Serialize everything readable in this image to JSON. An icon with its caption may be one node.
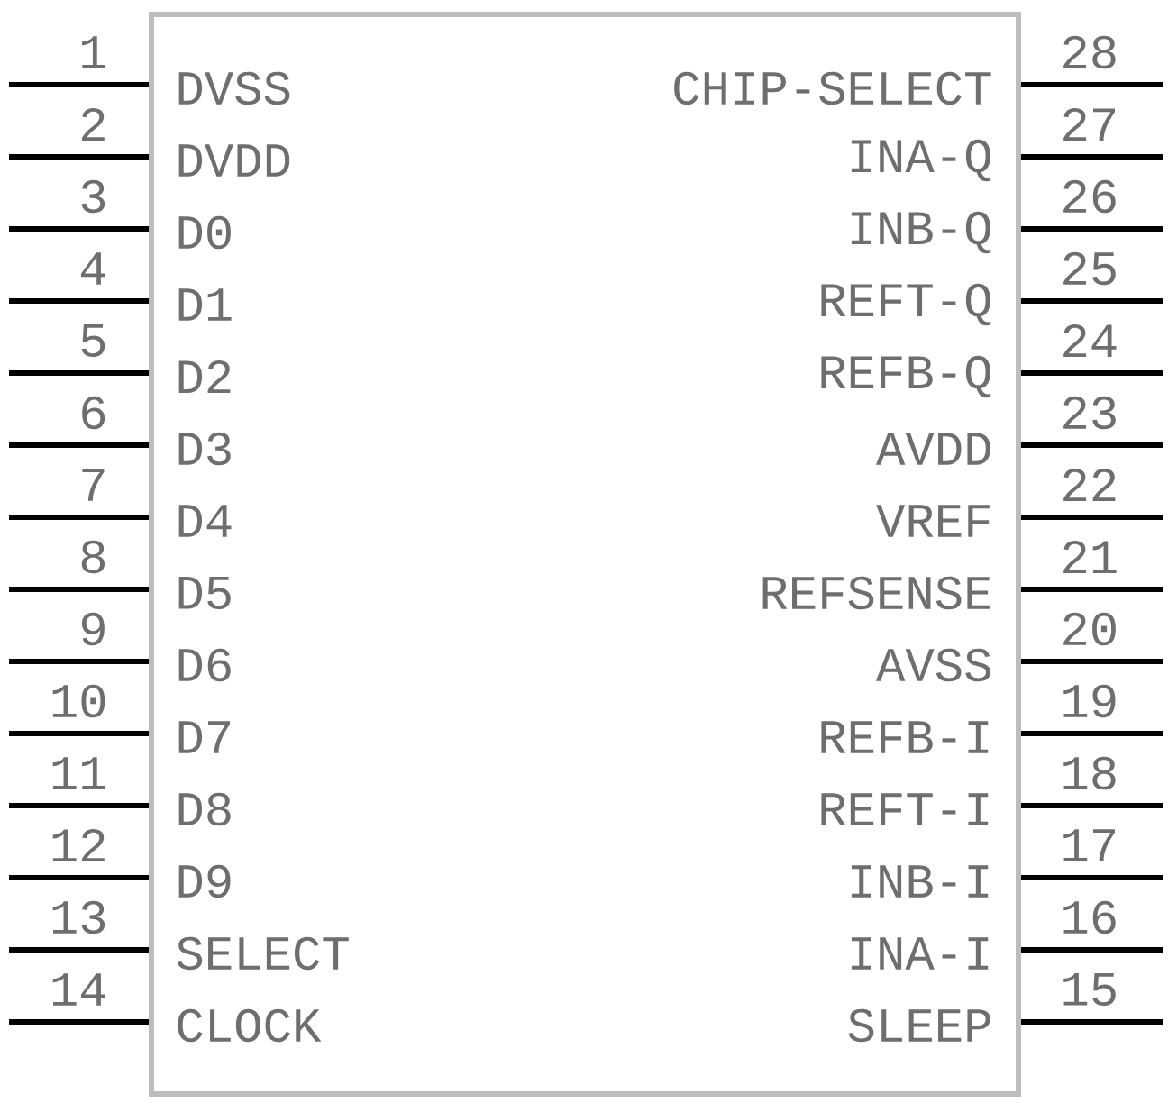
{
  "diagram": {
    "nodes": [
      {
        "text": [
          "DVSS",
          "CHIP-SELECT",
          "DVDD",
          "INA-Q",
          "D0",
          "INB-Q",
          "D1",
          "REFT-Q",
          "D2",
          "REFB-Q",
          "D3",
          "AVDD",
          "D4",
          "VREF",
          "D5",
          "REFSENSE",
          "D6",
          "AVSS",
          "D7",
          "REFB-I",
          "D8",
          "REFT-I",
          "D9",
          "INB-I",
          "SELECT",
          "INA-I",
          "CLOCK",
          "SLEEP"
        ]
      }
    ],
    "labels": [
      "1",
      "28",
      "2",
      "27",
      "3",
      "26",
      "4",
      "25",
      "5",
      "24",
      "6",
      "23",
      "7",
      "22",
      "8",
      "21",
      "9",
      "20",
      "10",
      "19",
      "11",
      "18",
      "12",
      "17",
      "13",
      "16",
      "14",
      "15"
    ]
  }
}
